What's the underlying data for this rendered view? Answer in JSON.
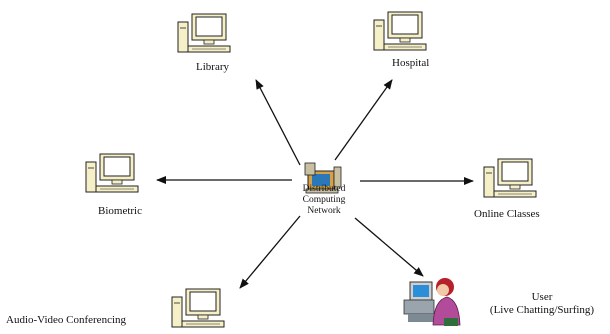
{
  "hub": {
    "label_lines": [
      "Distributed",
      "Computing",
      "Network"
    ]
  },
  "nodes": {
    "library": {
      "label": "Library"
    },
    "hospital": {
      "label": "Hospital"
    },
    "biometric": {
      "label": "Biometric"
    },
    "online_classes": {
      "label": "Online Classes"
    },
    "audio_video": {
      "label": "Audio-Video Conferencing"
    },
    "user": {
      "label_lines": [
        "User",
        "(Live Chatting/Surfing)"
      ]
    }
  },
  "colors": {
    "line": "#111111",
    "computer_body": "#f6f0c8",
    "screen": "#ffffff",
    "outline": "#222222",
    "hub_monitor": "#d6a046",
    "hub_screen": "#2a78b8",
    "user_shirt": "#b24c9a",
    "user_hair": "#b5202a"
  },
  "icons": {
    "computer": "desktop-computer-icon",
    "hub": "network-hub-icon",
    "user": "person-at-computer-icon"
  }
}
